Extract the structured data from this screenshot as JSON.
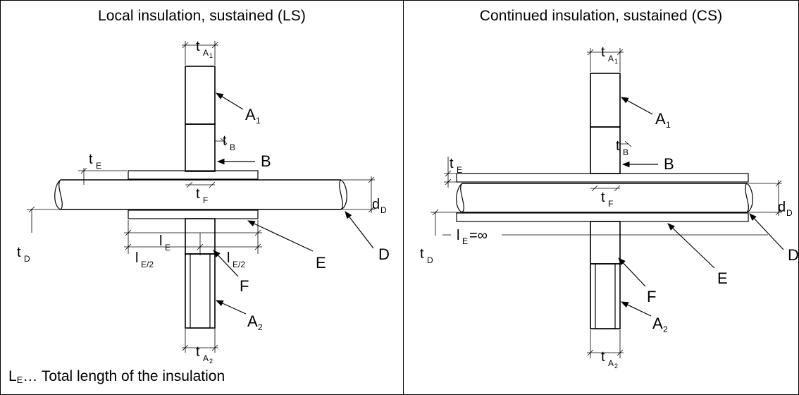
{
  "panels": [
    {
      "title": "Local insulation, sustained (LS)",
      "labels": {
        "A1": "A",
        "A1_sub": "1",
        "A2": "A",
        "A2_sub": "2",
        "B": "B",
        "D": "D",
        "E": "E",
        "F": "F",
        "t": "t",
        "l": "l",
        "tA1_sub": "A",
        "tA1_subsub": "1",
        "tA2_sub": "A",
        "tA2_subsub": "2",
        "tB_sub": "B",
        "tE_sub": "E",
        "tF_sub": "F",
        "tD_sub": "D",
        "d": "d",
        "dD_sub": "D",
        "lE_sub": "E",
        "lE2_sub": "E/2"
      }
    },
    {
      "title": "Continued insulation, sustained (CS)",
      "labels": {
        "A1": "A",
        "A1_sub": "1",
        "A2": "A",
        "A2_sub": "2",
        "B": "B",
        "D": "D",
        "E": "E",
        "F": "F",
        "t": "t",
        "l": "l",
        "tA1_sub": "A",
        "tA1_subsub": "1",
        "tA2_sub": "A",
        "tA2_subsub": "2",
        "tB_sub": "B",
        "tE_sub": "E",
        "tF_sub": "F",
        "tD_sub": "D",
        "d": "d",
        "dD_sub": "D",
        "lE_sub": "E",
        "lE_inf": "=∞"
      }
    }
  ],
  "footnote": {
    "symbol": "L",
    "symbol_sub": "E",
    "text": "… Total length of the insulation"
  }
}
